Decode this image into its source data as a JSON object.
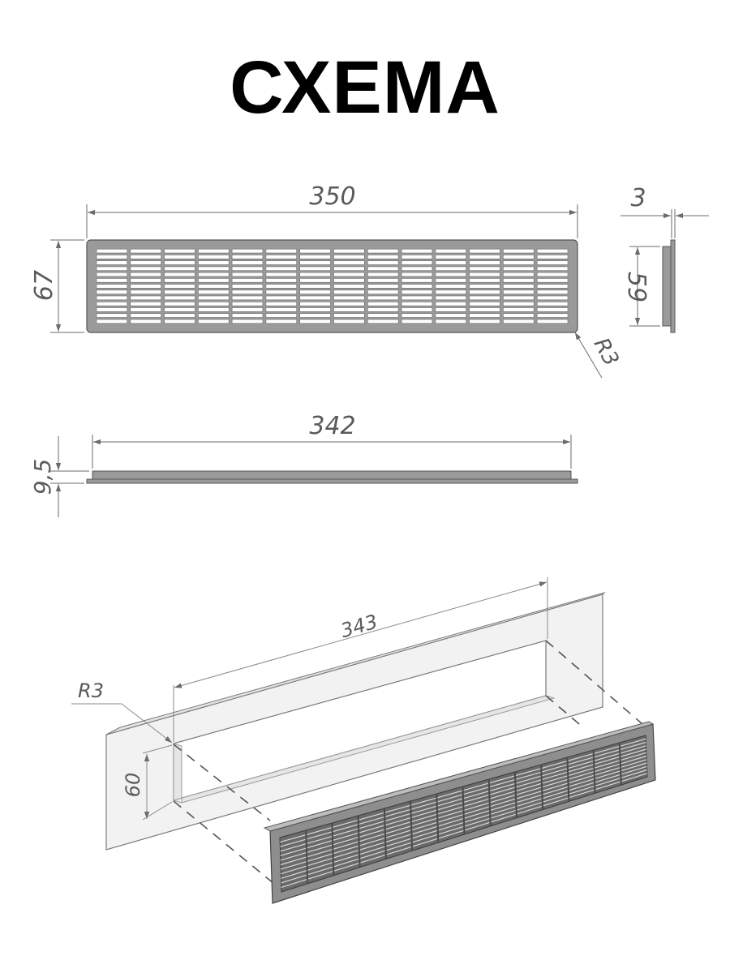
{
  "title": "СХЕМА",
  "front_view": {
    "width_label": "350",
    "height_label": "67",
    "radius_label": "R3",
    "slot_columns": 14,
    "slot_rows": 13
  },
  "side_view": {
    "thickness_label": "3",
    "inner_height_label": "59"
  },
  "bottom_view": {
    "length_label": "342",
    "depth_label": "9,5"
  },
  "iso_view": {
    "cutout_length_label": "343",
    "cutout_height_label": "60",
    "radius_label": "R3"
  },
  "colors": {
    "line": "#6b6b6b",
    "grille_fill": "#9a9a9a",
    "panel_fill": "#f2f2f2",
    "text": "#000000"
  }
}
